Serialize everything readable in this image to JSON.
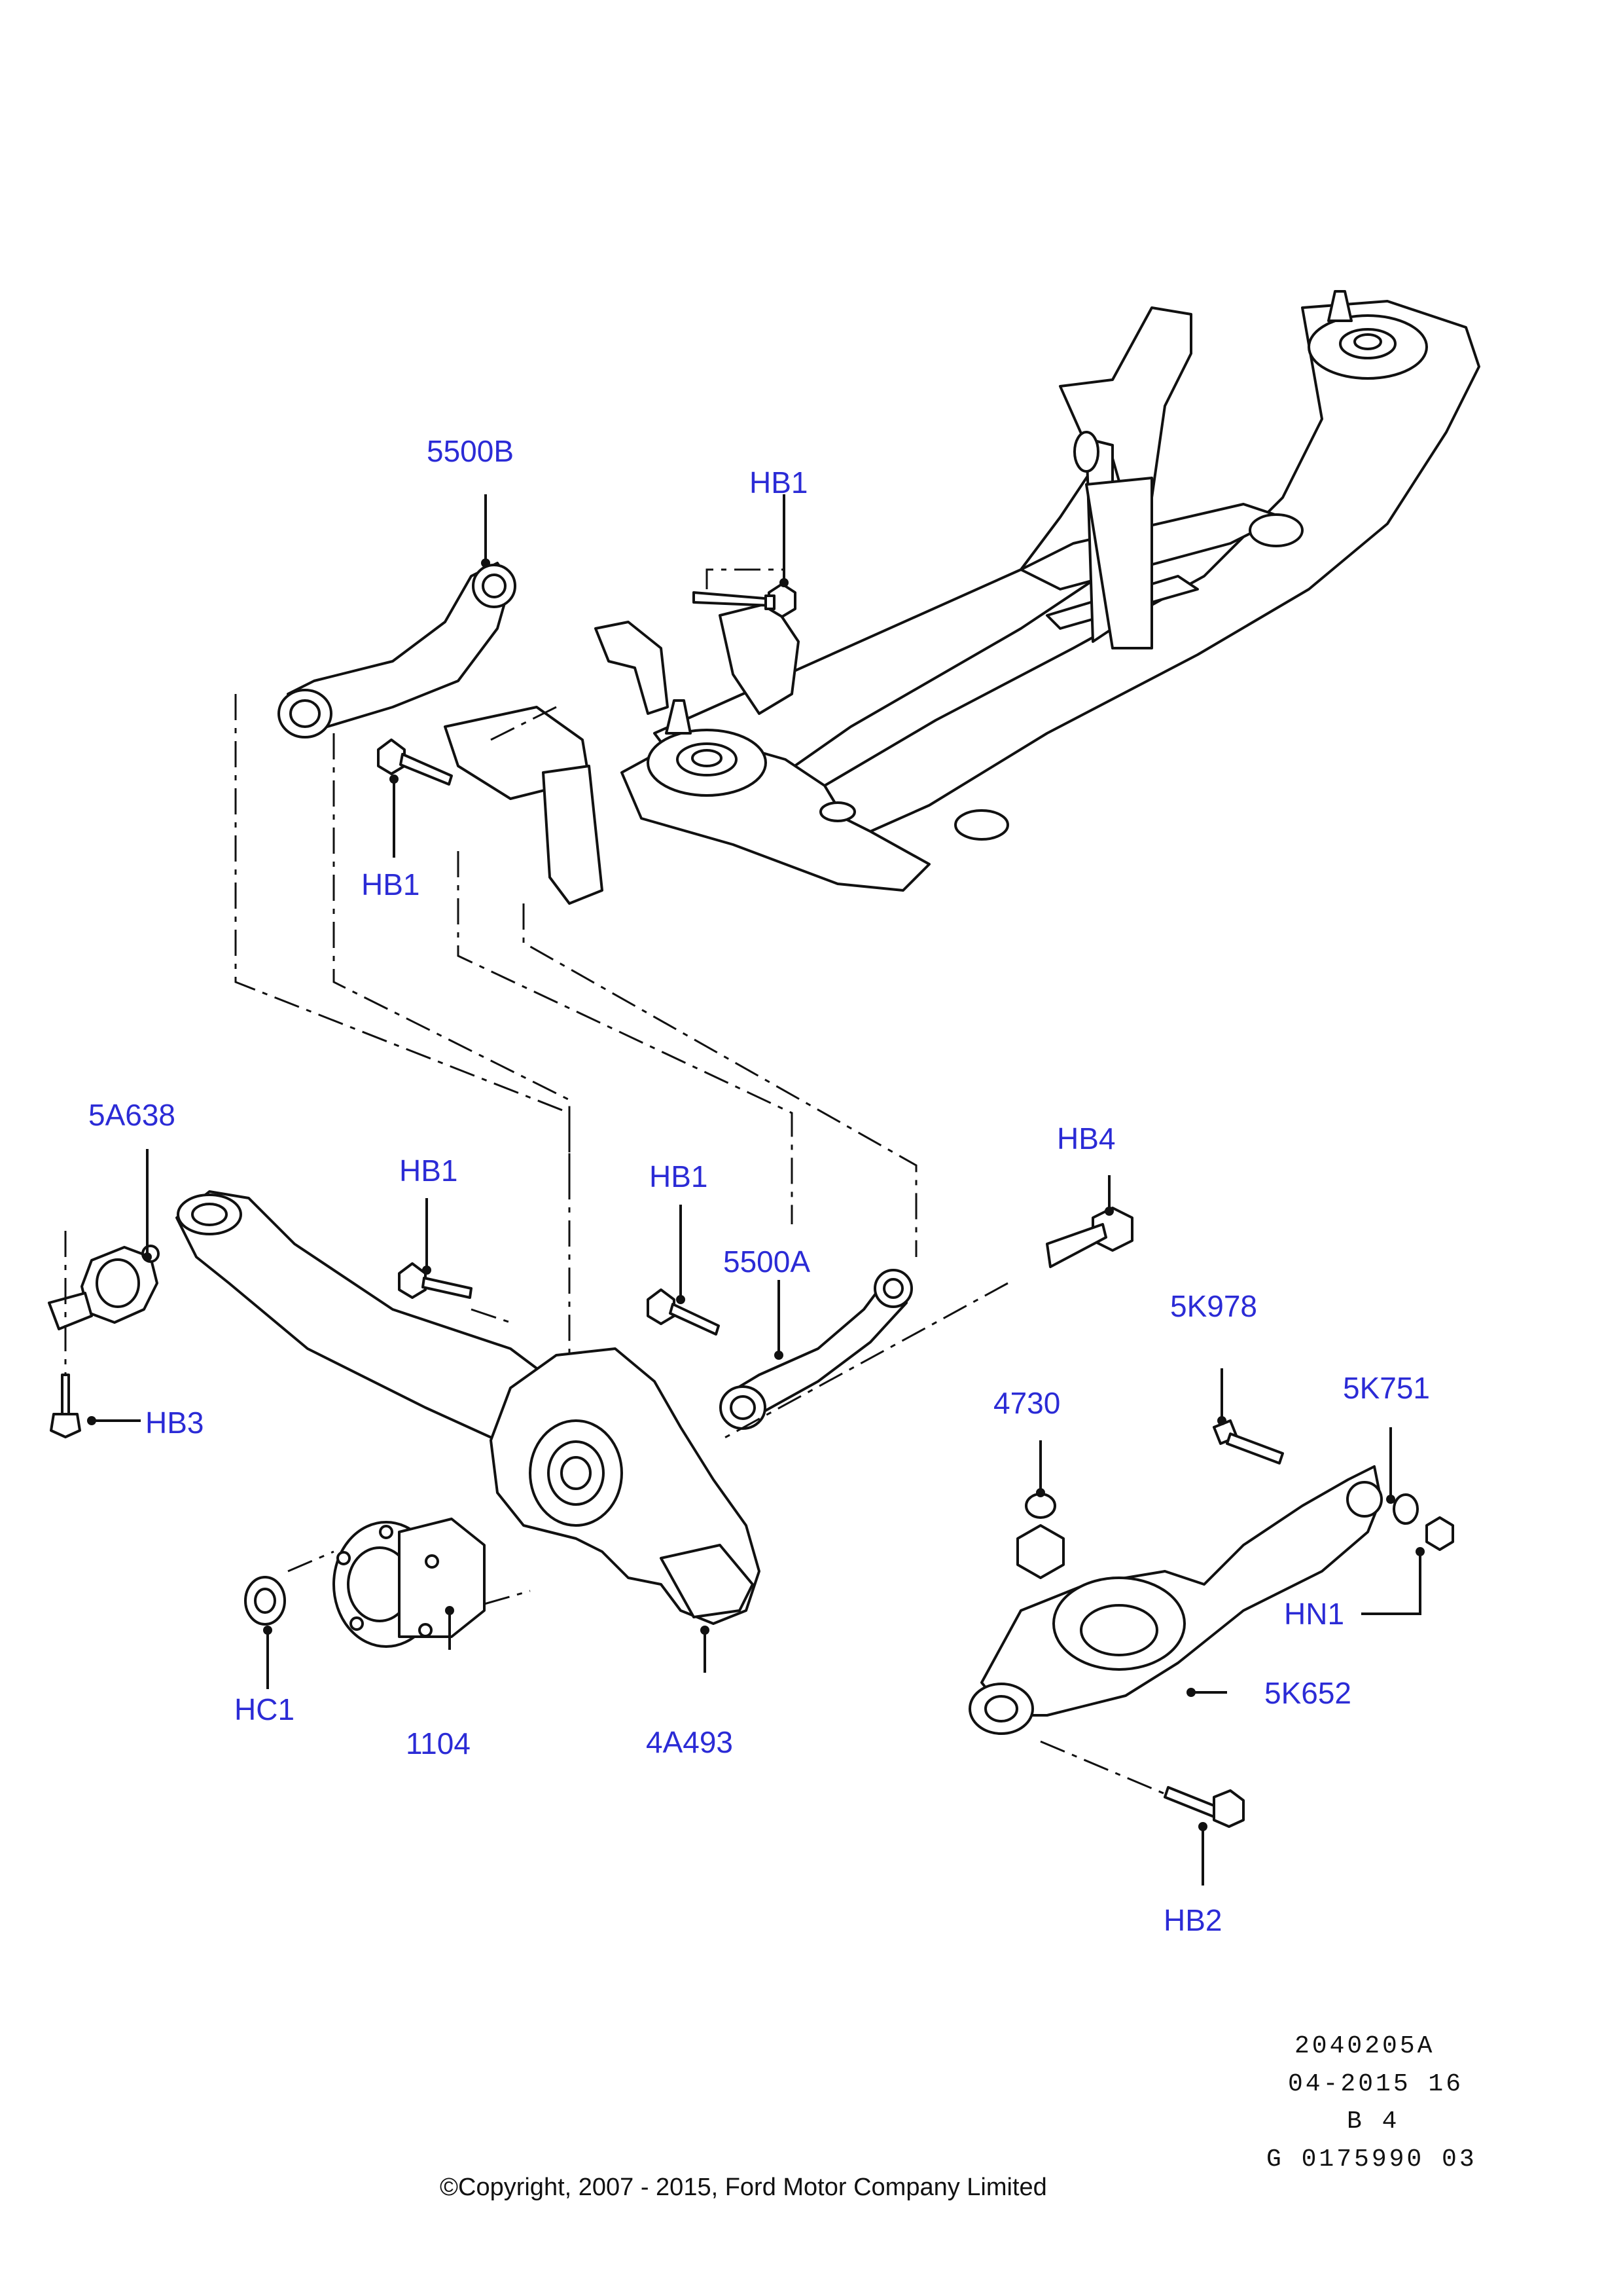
{
  "labels": {
    "l_5500B": "5500B",
    "l_HB1_top": "HB1",
    "l_HB1_left": "HB1",
    "l_5A638": "5A638",
    "l_HB1_mid1": "HB1",
    "l_HB1_mid2": "HB1",
    "l_5500A": "5500A",
    "l_HB4": "HB4",
    "l_HB3": "HB3",
    "l_5K978": "5K978",
    "l_5K751": "5K751",
    "l_4730": "4730",
    "l_HN1": "HN1",
    "l_5K652": "5K652",
    "l_HC1": "HC1",
    "l_1104": "1104",
    "l_4A493": "4A493",
    "l_HB2": "HB2"
  },
  "meta": {
    "illustration_id": "2040205A",
    "date_code": "04-2015 16",
    "grid_ref": "B 4",
    "doc_number": "G 0175990 03"
  },
  "copyright": "©Copyright, 2007 - 2015, Ford Motor Company Limited",
  "colors": {
    "label": "#2b2bd6",
    "line": "#111111",
    "background": "#ffffff"
  }
}
